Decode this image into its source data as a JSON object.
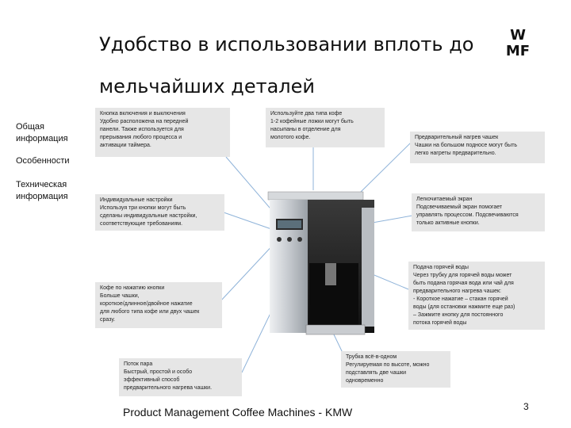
{
  "title_line1": "Удобство в использовании вплоть до",
  "title_line2": "мельчайших деталей",
  "logo": {
    "text": "WMF",
    "icon": "wmf-logo"
  },
  "nav": [
    "Общая\nинформация",
    "Особенности",
    "Техническая\nинформация"
  ],
  "boxes": {
    "power": "Кнопка включения и выключения\nУдобно расположена на передней\nпанели. Также используется для\nпрерывания любого процесса и\nактивации таймера.",
    "coffee_types": "Используйте два типа кофе\n1-2 кофейные ложки могут быть\nнасыпаны в отделение для\nмолотого кофе.",
    "preheat": "Предварительный нагрев чашек\nЧашки на большом подносе могут быть\nлегко нагреты предварительно.",
    "individual": "Индивидуальные настройки\nИспользуя три кнопки могут быть\nсделаны индивидуальные настройки,\nсоответствующие требованиям.",
    "display": "Легкочитаемый экран\nПодсвечиваемый экран помогает\nуправлять процессом. Подсвечиваются\nтолько активные кнопки.",
    "hot_water": "Подача горячей воды\nЧерез трубку для горячей воды может\nбыть подана горячая вода или чай для\nпредварительного нагрева чашек:\n- Короткое нажатие – стакан горячей\nводы (для остановки нажмите еще раз)\n– Зажмите кнопку для постоянного\nпотока горячей воды",
    "button_coffee": "Кофе по нажатию кнопки\nБольше чашки,\nкороткое/длинное/двойное нажатие\nдля любого типа кофе или двух чашек\nсразу.",
    "steam": "Поток пара\nБыстрый, простой и особо\nэффективный способ\nпредварительного нагрева чашки.",
    "spout": "Трубка всё-в-одном\nРегулируемая по высоте, можно\nподставлять две чашки\nодновременно"
  },
  "footer": "Product Management Coffee Machines -  KMW",
  "page_number": "3",
  "colors": {
    "box_bg": "#e6e6e6",
    "line": "#8fb3d9",
    "machine_dark": "#1e1e1e",
    "machine_silver": "#c9ccd0"
  }
}
